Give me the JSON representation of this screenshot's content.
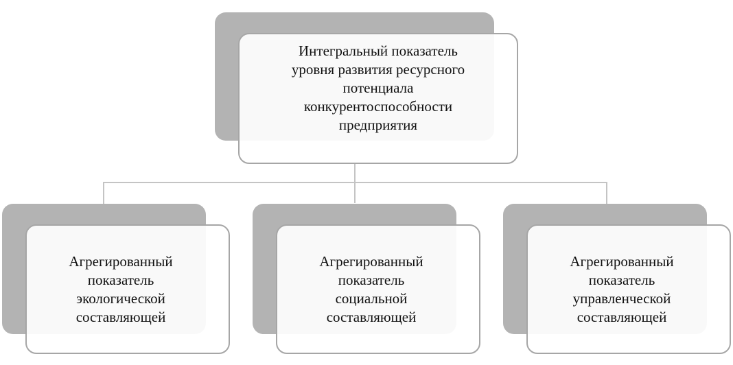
{
  "root": {
    "label": "Интегральный  показатель\nуровня развития ресурсного\nпотенциала\nконкурентоспособности\nпредприятия"
  },
  "children": [
    {
      "label": "Агрегированный\nпоказатель\nэкологической\nсоставляющей"
    },
    {
      "label": "Агрегированный\nпоказатель\nсоциальной\nсоставляющей"
    },
    {
      "label": "Агрегированный\nпоказатель\nуправленческой\nсоставляющей"
    }
  ],
  "colors": {
    "shadow": "#b3b3b3",
    "border": "#a6a6a6",
    "connector": "#c4c4c4"
  }
}
